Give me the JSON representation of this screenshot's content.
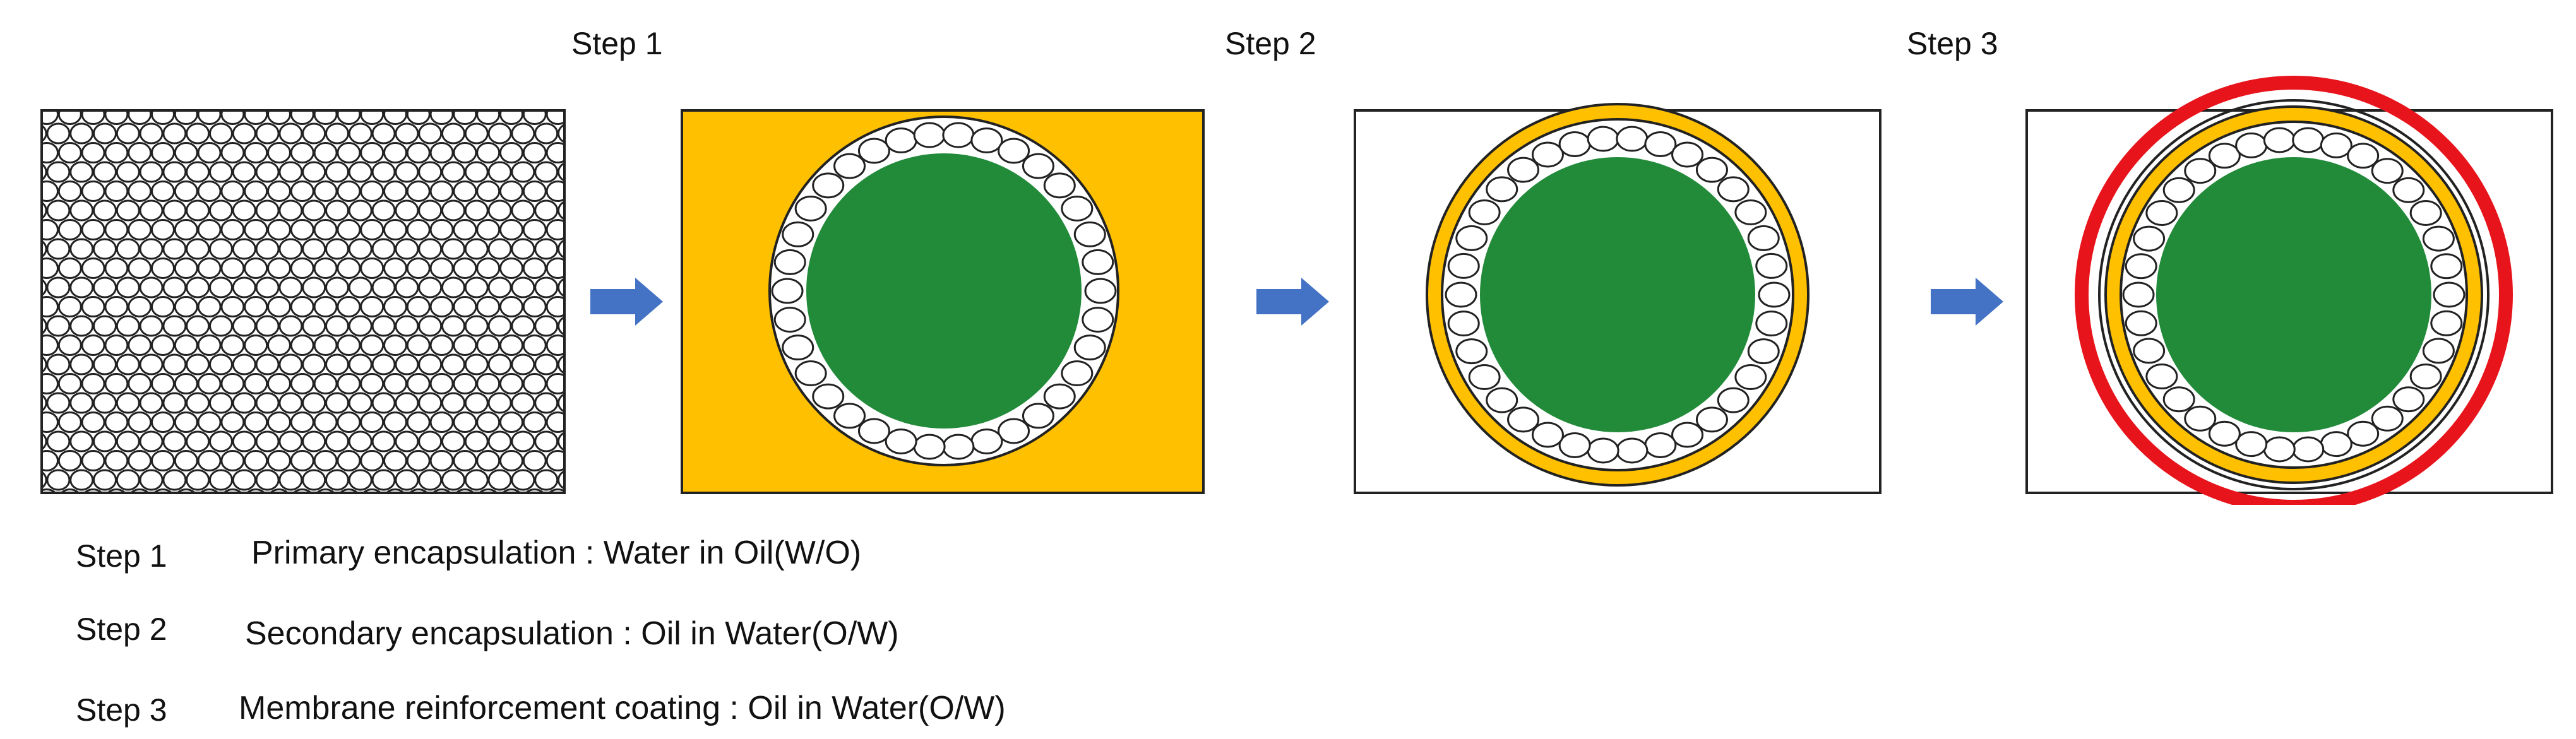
{
  "headers": {
    "step1": "Step 1",
    "step2": "Step 2",
    "step3": "Step 3"
  },
  "legend": [
    {
      "step": "Step 1",
      "description": "Primary encapsulation : Water in Oil(W/O)"
    },
    {
      "step": "Step 2",
      "description": "Secondary encapsulation : Oil in Water(O/W)"
    },
    {
      "step": "Step 3",
      "description": "Membrane reinforcement coating : Oil in Water(O/W)"
    }
  ],
  "colors": {
    "oil_phase": "#FFC000",
    "core": "#228B3A",
    "reinforcement_coating": "#E8141C",
    "arrow": "#4472C4",
    "outline": "#222222",
    "droplet_fill": "#FFFFFF"
  },
  "icons": {
    "arrows": [
      "arrow-right-icon",
      "arrow-right-icon",
      "arrow-right-icon"
    ]
  }
}
